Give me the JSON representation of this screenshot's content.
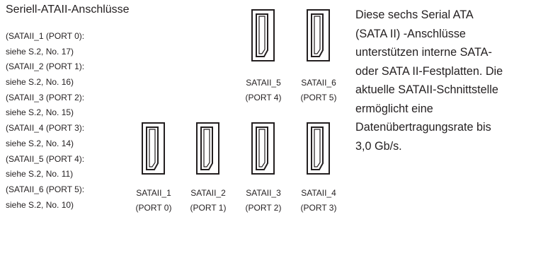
{
  "title": "Seriell-ATAII-Anschlüsse",
  "left_list": [
    "(SATAII_1 (PORT 0):",
    "siehe S.2, No. 17)",
    "(SATAII_2 (PORT 1):",
    "siehe S.2, No. 16)",
    "(SATAII_3 (PORT 2):",
    "siehe S.2, No. 15)",
    "(SATAII_4 (PORT 3):",
    "siehe S.2, No. 14)",
    "(SATAII_5 (PORT 4):",
    "siehe S.2, No. 11)",
    "(SATAII_6 (PORT 5):",
    "siehe S.2, No. 10)"
  ],
  "connectors": [
    {
      "name": "SATAII_5",
      "port": "(PORT 4)"
    },
    {
      "name": "SATAII_6",
      "port": "(PORT 5)"
    },
    {
      "name": "SATAII_1",
      "port": "(PORT 0)"
    },
    {
      "name": "SATAII_2",
      "port": "(PORT 1)"
    },
    {
      "name": "SATAII_3",
      "port": "(PORT 2)"
    },
    {
      "name": "SATAII_4",
      "port": "(PORT 3)"
    }
  ],
  "description": [
    "Diese sechs Serial ATA",
    "(SATA II) -Anschlüsse",
    "unterstützen interne SATA-",
    "oder SATA II-Festplatten. Die",
    "aktuelle SATAII-Schnittstelle",
    "ermöglicht eine",
    "Datenübertragungsrate bis",
    "3,0 Gb/s."
  ]
}
